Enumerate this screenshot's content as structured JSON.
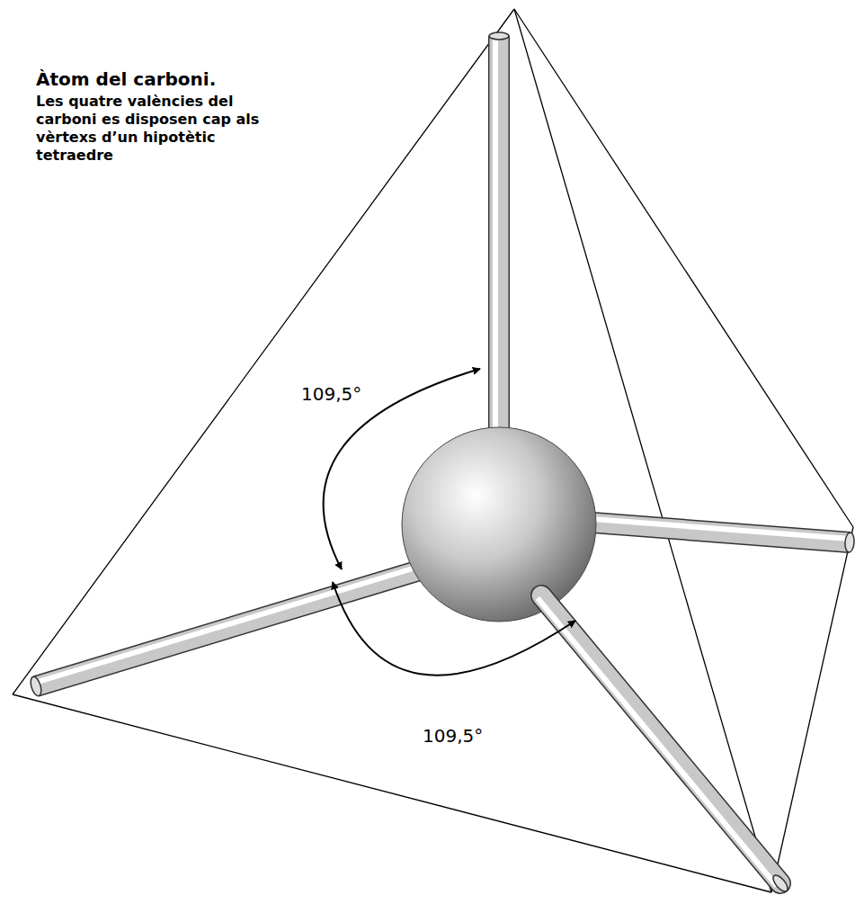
{
  "diagram": {
    "title": "Àtom del carboni.",
    "caption": "Les quatre valències del carboni es disposen cap als vèrtexs d’un hipotètic tetraedre",
    "labels": [
      "109,5°",
      "109,5°"
    ]
  }
}
